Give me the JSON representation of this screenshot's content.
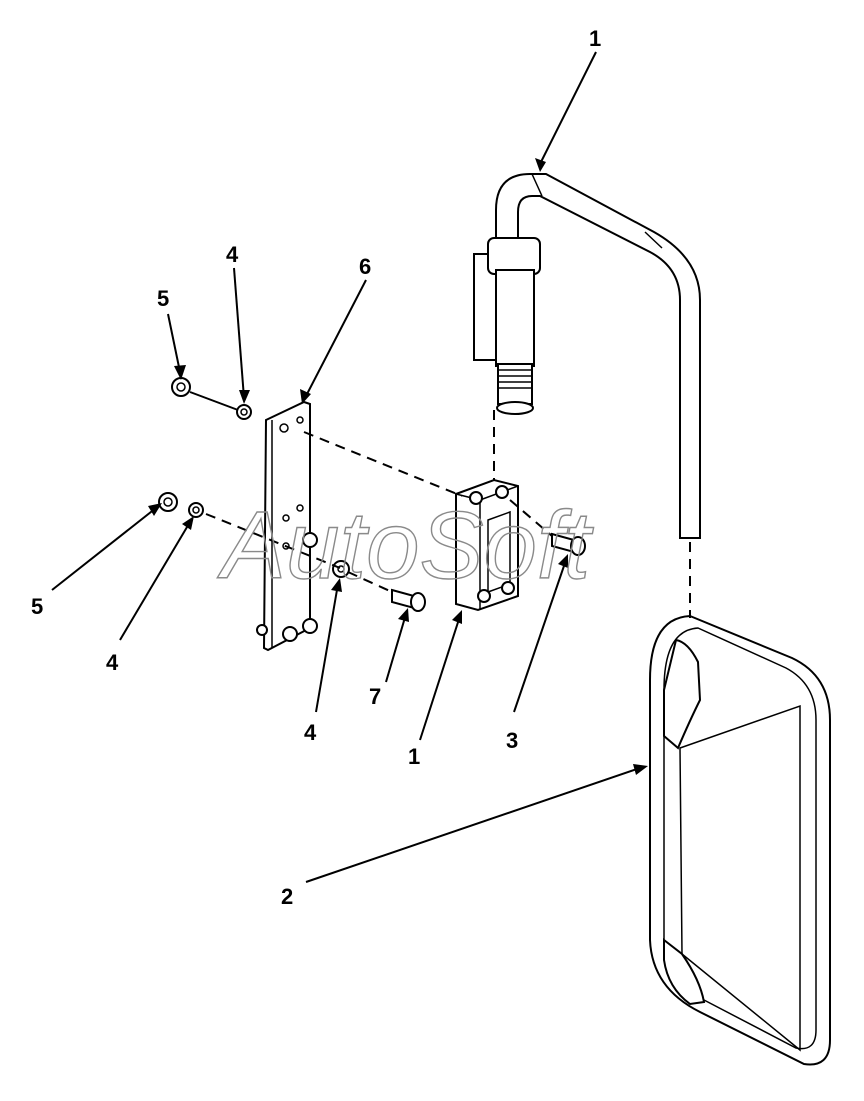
{
  "diagram": {
    "watermark": "AutoSoft",
    "callouts": {
      "mirror_arm_top": "1",
      "mirror_head": "2",
      "bolt_right": "3",
      "washer_top": "4",
      "washer_left": "4",
      "washer_lower": "4",
      "nut_top": "5",
      "nut_left": "5",
      "mounting_plate": "6",
      "bolt_lower": "7",
      "clamp_bracket": "1"
    }
  }
}
